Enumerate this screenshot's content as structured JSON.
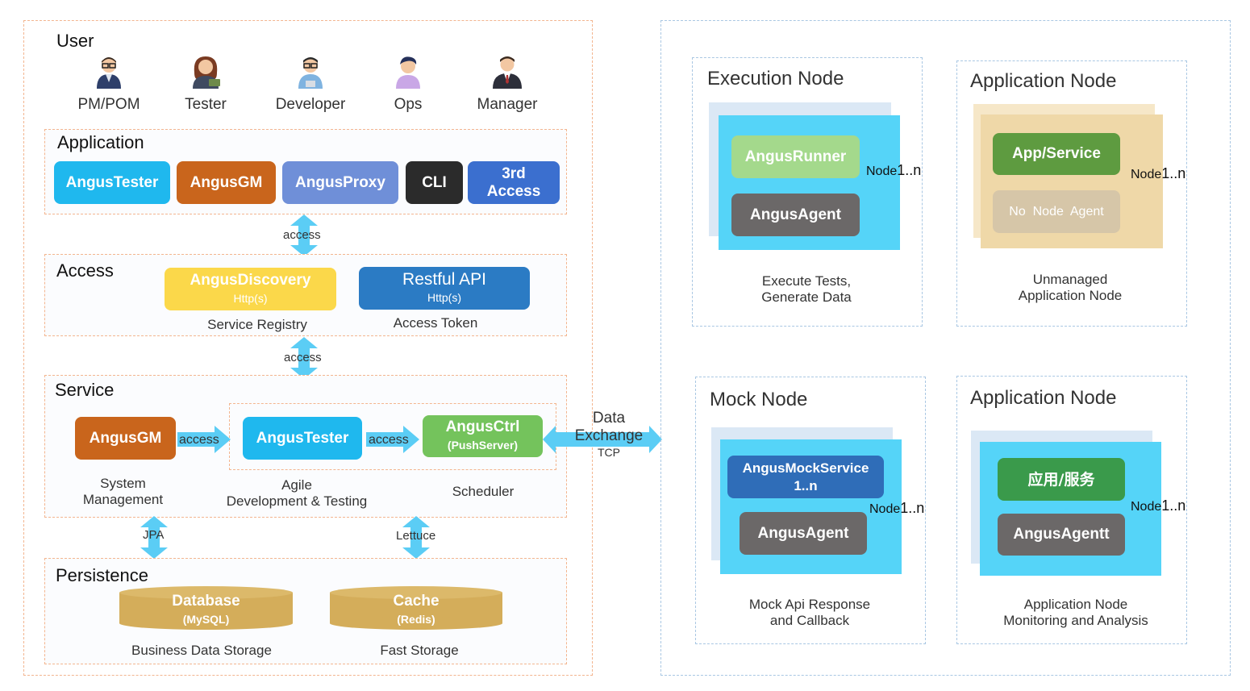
{
  "user": {
    "title": "User",
    "roles": [
      "PM/POM",
      "Tester",
      "Developer",
      "Ops",
      "Manager"
    ]
  },
  "application": {
    "title": "Application",
    "apps": [
      "AngusTester",
      "AngusGM",
      "AngusProxy",
      "CLI",
      "3rd Access"
    ]
  },
  "access": {
    "title": "Access",
    "discovery": {
      "name": "AngusDiscovery",
      "proto": "Http(s)",
      "caption": "Service Registry"
    },
    "restful": {
      "name": "Restful API",
      "proto": "Http(s)",
      "caption": "Access Token"
    }
  },
  "service": {
    "title": "Service",
    "gm": {
      "name": "AngusGM",
      "caption_line1": "System",
      "caption_line2": "Management"
    },
    "tester": {
      "name": "AngusTester",
      "caption_line1": "Agile",
      "caption_line2": "Development & Testing"
    },
    "ctrl": {
      "name": "AngusCtrl",
      "sub": "(PushServer)",
      "caption": "Scheduler"
    }
  },
  "persistence": {
    "title": "Persistence",
    "db": {
      "name": "Database",
      "sub": "(MySQL)",
      "caption": "Business Data Storage"
    },
    "cache": {
      "name": "Cache",
      "sub": "(Redis)",
      "caption": "Fast Storage"
    }
  },
  "arrows": {
    "access1": "access",
    "access2": "access",
    "access3": "access",
    "access4": "access",
    "jpa": "JPA",
    "lettuce": "Lettuce",
    "data_exchange_line1": "Data",
    "data_exchange_line2": "Exchange",
    "tcp": "TCP"
  },
  "nodes": {
    "execution": {
      "title": "Execution Node",
      "runner": "AngusRunner",
      "agent": "AngusAgent",
      "count_label": "Node",
      "count": "1..n",
      "caption_line1": "Execute Tests,",
      "caption_line2": "Generate Data"
    },
    "app1": {
      "title": "Application Node",
      "service": "App/Service",
      "no_agent": "No  Node  Agent",
      "count_label": "Node",
      "count": "1..n",
      "caption_line1": "Unmanaged",
      "caption_line2": "Application Node"
    },
    "mock": {
      "title": "Mock Node",
      "mock_service_line1": "AngusMockService",
      "mock_service_line2": "1..n",
      "agent": "AngusAgent",
      "count_label": "Node",
      "count": "1..n",
      "caption_line1": "Mock Api Response",
      "caption_line2": "and Callback"
    },
    "app2": {
      "title": "Application Node",
      "service": "应用/服务",
      "agent": "AngusAgentt",
      "count_label": "Node",
      "count": "1..n",
      "caption_line1": "Application Node",
      "caption_line2": "Monitoring and Analysis"
    }
  },
  "colors": {
    "cyan": "#1fb8ee",
    "orange": "#c9651c",
    "lavender": "#6f8fd8",
    "black": "#2b2b2b",
    "blue": "#3b6fcf",
    "yellow": "#fbd84a",
    "restful": "#2b7bc4",
    "green": "#74c35c",
    "gold": "#d4ad5a",
    "arrow": "#5bcdf5"
  }
}
